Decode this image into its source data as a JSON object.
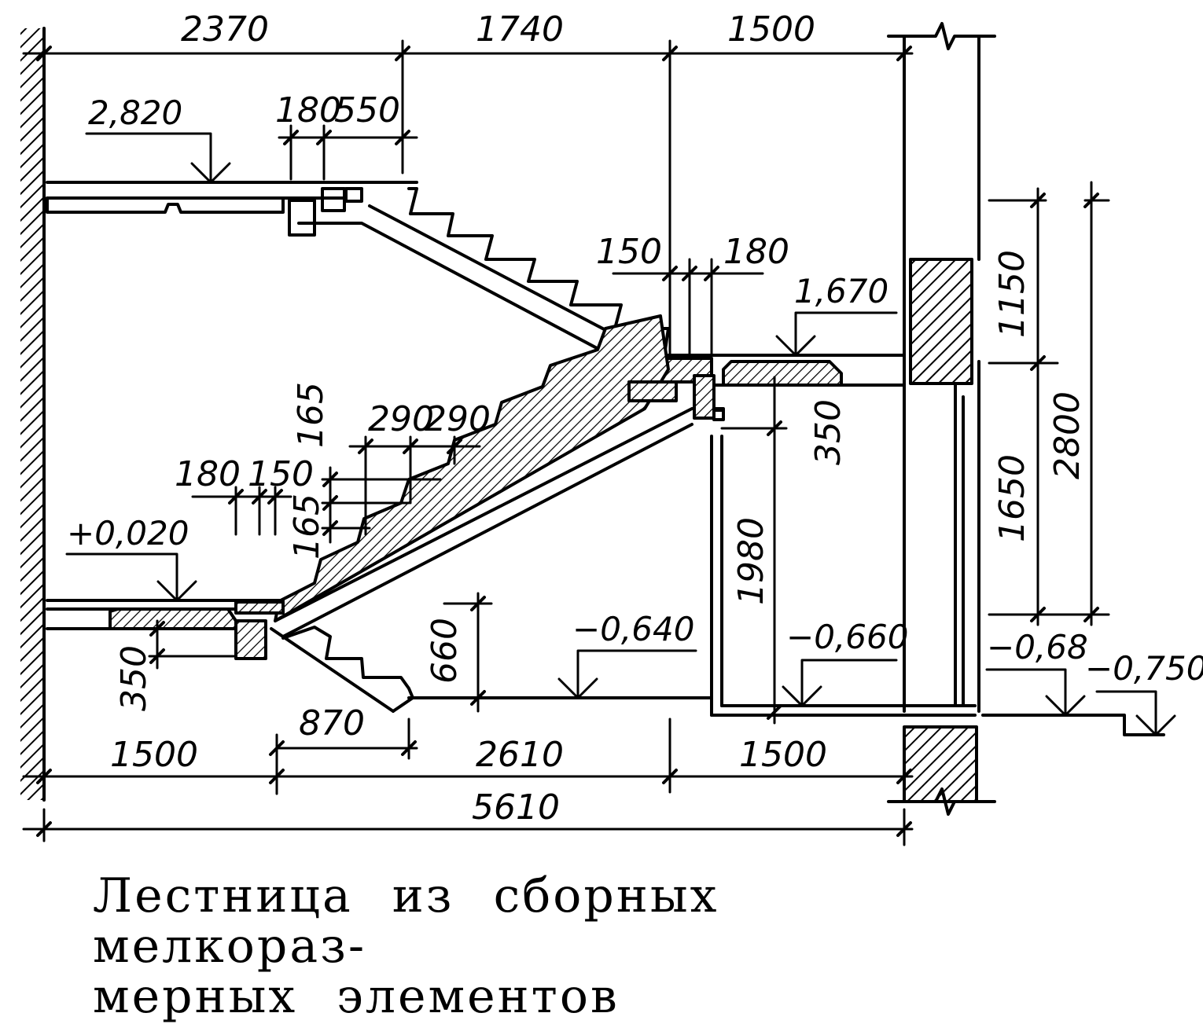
{
  "title_lines": [
    "Лестница из сборных мелкораз-",
    "мерных элементов"
  ],
  "dimensions": {
    "top_2370": "2370",
    "top_1740": "1740",
    "top_1500": "1500",
    "upper_180": "180",
    "upper_550": "550",
    "landing_150": "150",
    "landing_180": "180",
    "tread_1": "290",
    "tread_2": "290",
    "riser_top": "165",
    "riser_mid": "165",
    "lower_180": "180",
    "lower_150": "150",
    "slab_350_left": "350",
    "slab_350_right": "350",
    "height_660": "660",
    "height_1980": "1980",
    "right_1150": "1150",
    "right_1650": "1650",
    "right_2800": "2800",
    "bottom_1500_left": "1500",
    "bottom_870": "870",
    "bottom_2610": "2610",
    "bottom_1500_right": "1500",
    "total_5610": "5610"
  },
  "levels": {
    "upper_floor": "2,820",
    "landing": "1,670",
    "entry_floor": "+0,020",
    "lower_floor": "−0,640",
    "vestibule": "−0,660",
    "threshold": "−0,68",
    "outside": "−0,750"
  },
  "colors": {
    "ink": "#000000",
    "paper": "#ffffff"
  }
}
